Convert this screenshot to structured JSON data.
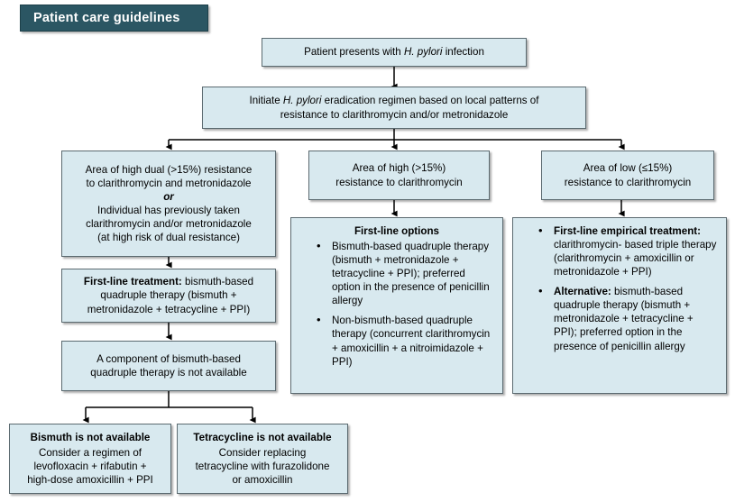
{
  "banner": {
    "label": "Patient care guidelines",
    "bg_color": "#2b5663",
    "text_color": "#ffffff"
  },
  "theme": {
    "box_fill": "#d8e9ef",
    "box_border": "#5b6a70",
    "connector_color": "#000000",
    "page_bg": "#ffffff"
  },
  "chart_data": {
    "type": "flowchart",
    "title": "Patient care guidelines",
    "node_count": 10
  },
  "nodes": {
    "start": {
      "lines": [
        {
          "pre": "Patient presents with ",
          "italic": "H. pylori",
          "post": " infection"
        }
      ]
    },
    "initiate": {
      "lines": [
        {
          "pre": "Initiate ",
          "italic": "H. pylori",
          "post": " eradication regimen based on local patterns of"
        },
        {
          "pre": "resistance to clarithromycin and/or metronidazole",
          "italic": "",
          "post": ""
        }
      ]
    },
    "branch_left": {
      "lines": [
        "Area of high dual (>15%) resistance",
        "to clarithromycin and metronidazole",
        "or",
        "Individual has previously taken",
        "clarithromycin and/or metronidazole",
        "(at high risk of dual resistance)"
      ],
      "italic_bold_line_index": 2
    },
    "branch_mid": {
      "lines": [
        "Area of high (>15%)",
        "resistance to clarithromycin"
      ]
    },
    "branch_right": {
      "lines": [
        "Area of low (≤15%)",
        "resistance to clarithromycin"
      ]
    },
    "left_first_line": {
      "bold_lead": "First-line treatment:",
      "lines": [
        " bismuth-based",
        "quadruple therapy (bismuth +",
        "metronidazole + tetracycline + PPI)"
      ]
    },
    "left_component_missing": {
      "lines": [
        "A component of bismuth-based",
        "quadruple therapy is not available"
      ]
    },
    "bismuth_unavailable": {
      "header": "Bismuth is not available",
      "lines": [
        "Consider a regimen of",
        "levofloxacin + rifabutin +",
        "high-dose amoxicillin + PPI"
      ]
    },
    "tetracycline_unavailable": {
      "header": "Tetracycline is not available",
      "lines": [
        "Consider replacing",
        "tetracycline with furazolidone",
        "or amoxicillin"
      ]
    },
    "mid_options": {
      "header": "First-line options",
      "bullets": [
        {
          "bold_lead": "",
          "text": "Bismuth-based quadruple therapy (bismuth + metronidazole  + tetracycline + PPI); preferred option in  the presence of penicillin allergy"
        },
        {
          "bold_lead": "",
          "text": "Non-bismuth-based quadruple therapy (concurrent clarithromycin + amoxicillin + a nitroimidazole + PPI)"
        }
      ]
    },
    "right_options": {
      "header": "",
      "bullets": [
        {
          "bold_lead": "First-line empirical treatment:",
          "text": " clarithromycin- based triple therapy (clarithromycin + amoxicillin or metronidazole + PPI)"
        },
        {
          "bold_lead": "Alternative:",
          "text": " bismuth-based quadruple therapy (bismuth + metronidazole + tetracycline + PPI); preferred option in the presence of penicillin allergy"
        }
      ]
    }
  }
}
